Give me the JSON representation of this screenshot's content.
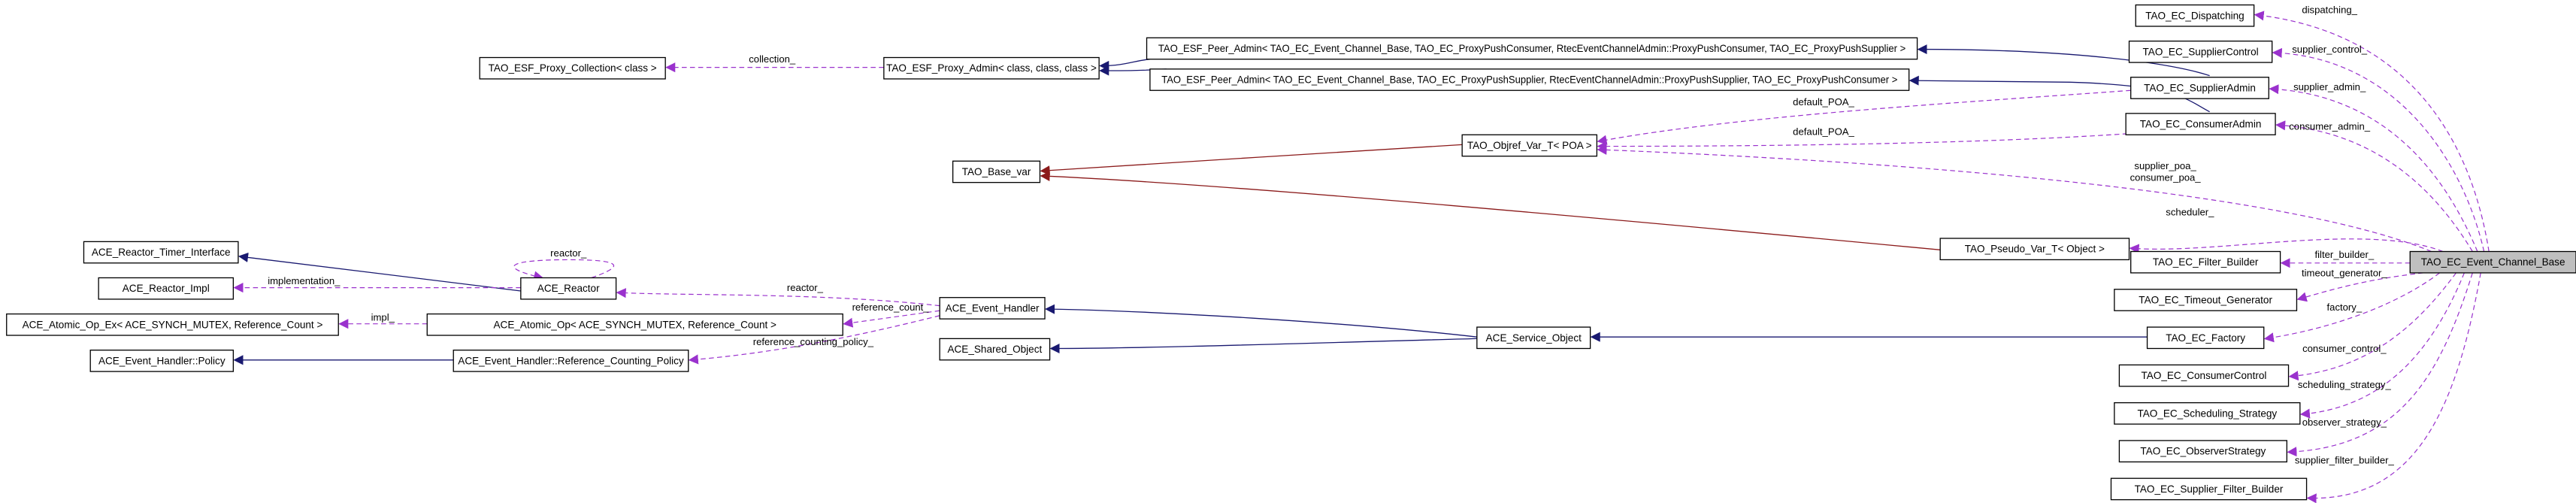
{
  "colors": {
    "inheritance": "#191970",
    "template_inheritance": "#8b1a1a",
    "usage": "#9a32cd",
    "focus_node": "#bfbfbf"
  },
  "nodes": [
    "TAO_EC_Dispatching",
    "TAO_EC_SupplierControl",
    "TAO_EC_SupplierAdmin",
    "TAO_EC_ConsumerAdmin",
    "TAO_ESF_Peer_Admin< TAO_EC_Event_Channel_Base, TAO_EC_ProxyPushConsumer, RtecEventChannelAdmin::ProxyPushConsumer, TAO_EC_ProxyPushSupplier >",
    "TAO_ESF_Peer_Admin< TAO_EC_Event_Channel_Base, TAO_EC_ProxyPushSupplier, RtecEventChannelAdmin::ProxyPushSupplier, TAO_EC_ProxyPushConsumer >",
    "TAO_ESF_Proxy_Admin< class, class, class >",
    "TAO_ESF_Proxy_Collection< class >",
    "TAO_Objref_Var_T< POA >",
    "TAO_Base_var",
    "TAO_Pseudo_Var_T< Object >",
    "TAO_EC_Filter_Builder",
    "TAO_EC_Event_Channel_Base",
    "TAO_EC_Timeout_Generator",
    "TAO_EC_Factory",
    "TAO_EC_ConsumerControl",
    "TAO_EC_Scheduling_Strategy",
    "TAO_EC_ObserverStrategy",
    "TAO_EC_Supplier_Filter_Builder",
    "ACE_Reactor_Timer_Interface",
    "ACE_Reactor_Impl",
    "ACE_Reactor",
    "ACE_Atomic_Op_Ex< ACE_SYNCH_MUTEX, Reference_Count >",
    "ACE_Atomic_Op< ACE_SYNCH_MUTEX, Reference_Count >",
    "ACE_Event_Handler",
    "ACE_Shared_Object",
    "ACE_Event_Handler::Policy",
    "ACE_Event_Handler::Reference_Counting_Policy",
    "ACE_Service_Object"
  ],
  "edges": [
    "collection_",
    "default_POA_",
    "default_POA_",
    "supplier_poa_",
    "consumer_poa_",
    "scheduler_",
    "dispatching_",
    "supplier_control_",
    "supplier_admin_",
    "consumer_admin_",
    "filter_builder_",
    "timeout_generator_",
    "factory_",
    "consumer_control_",
    "scheduling_strategy_",
    "observer_strategy_",
    "supplier_filter_builder_",
    "implementation_",
    "reactor_",
    "reactor_",
    "reference_count_",
    "reference_counting_policy_",
    "impl_"
  ]
}
